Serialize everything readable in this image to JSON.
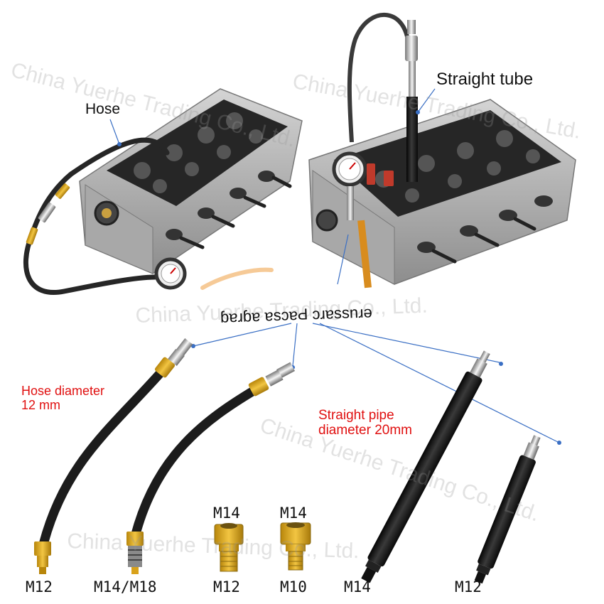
{
  "callouts": {
    "hose": "Hose",
    "straight_tube": "Straight tube",
    "gauge": "ɓɐɹɓɐ ɐsɔɐԀ ɔɹɐssnɹǝ",
    "hose_diameter_line1": "Hose diameter",
    "hose_diameter_line2": "12 mm",
    "pipe_diameter_line1": "Straight pipe",
    "pipe_diameter_line2": "diameter 20mm"
  },
  "thread_labels": {
    "hose_long": "M12",
    "hose_short": "M14/M18",
    "adapter1_top": "M14",
    "adapter1_bottom": "M12",
    "adapter2_top": "M14",
    "adapter2_bottom": "M10",
    "pipe_long": "M14",
    "pipe_short": "M12"
  },
  "watermark": "China Yuerhe Trading Co., Ltd.",
  "colors": {
    "callout_red": "#e01010",
    "hose_black": "#1c1c1c",
    "brass": "#d9a21b",
    "engine_metal": "#b9b9b9"
  }
}
